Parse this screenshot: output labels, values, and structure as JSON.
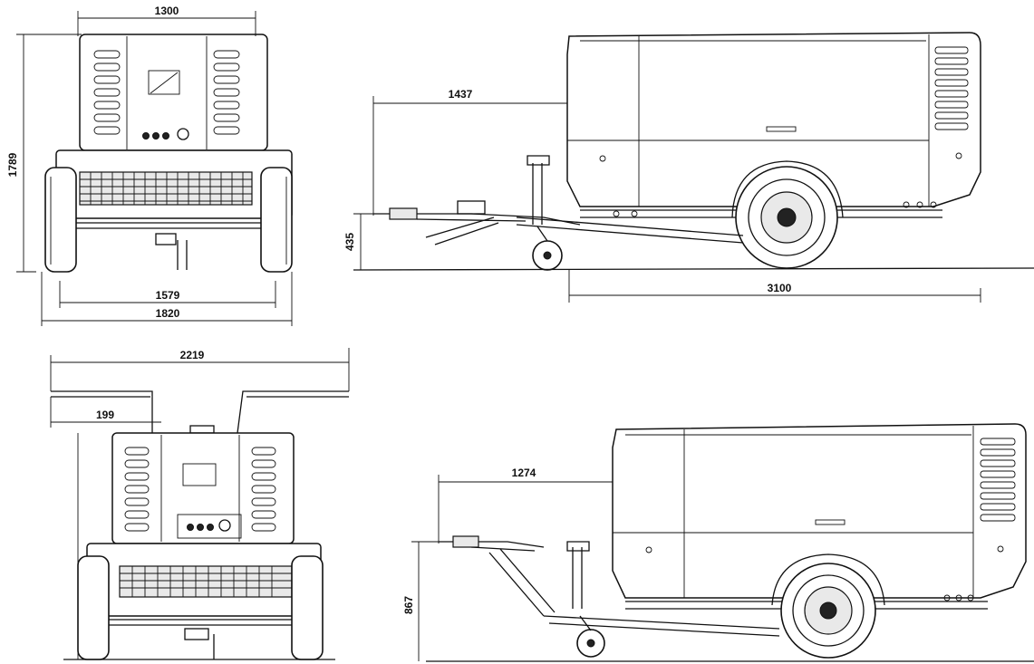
{
  "dimensions": {
    "front_width": "1300",
    "overall_height": "1789",
    "track_width": "1579",
    "overall_width": "1820",
    "drawbar_length": "1437",
    "drawbar_height": "435",
    "body_length": "3100",
    "open_width": "2219",
    "side_offset": "199",
    "drawbar_length_alt": "1274",
    "drawbar_height_alt": "867"
  },
  "colors": {
    "line": "#111111",
    "background": "#ffffff"
  }
}
